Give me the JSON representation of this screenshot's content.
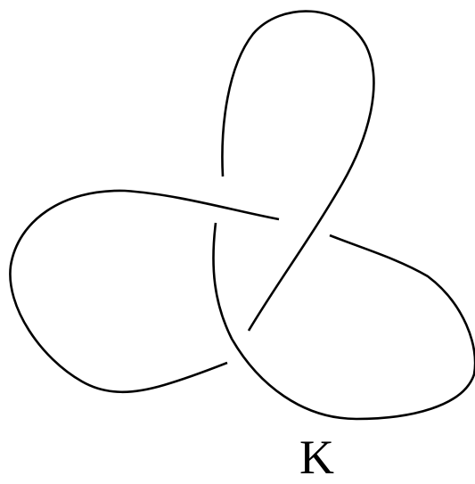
{
  "diagram": {
    "type": "knot-diagram",
    "knot": "trefoil",
    "crossings": 3,
    "label": "K",
    "stroke_color": "#000000",
    "background": "#ffffff"
  }
}
